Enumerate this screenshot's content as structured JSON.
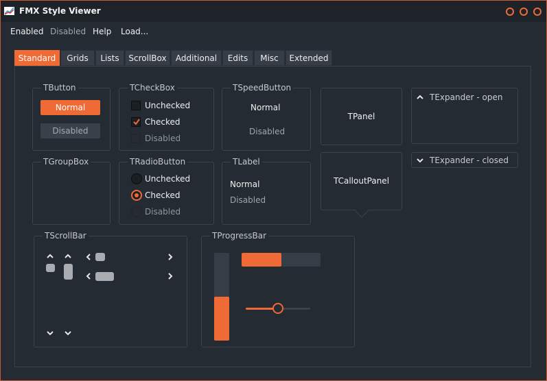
{
  "window": {
    "title": "FMX Style Viewer",
    "accent_color": "#f06a35",
    "controls": [
      "minimize-icon",
      "maximize-icon",
      "close-icon"
    ]
  },
  "menu": {
    "items": [
      {
        "label": "Enabled",
        "enabled": true
      },
      {
        "label": "Disabled",
        "enabled": false
      },
      {
        "label": "Help",
        "enabled": true
      },
      {
        "label": "Load...",
        "enabled": true
      }
    ]
  },
  "tabs": [
    {
      "label": "Standard",
      "active": true
    },
    {
      "label": "Grids",
      "active": false
    },
    {
      "label": "Lists",
      "active": false
    },
    {
      "label": "ScrollBox",
      "active": false
    },
    {
      "label": "Additional",
      "active": false
    },
    {
      "label": "Edits",
      "active": false
    },
    {
      "label": "Misc",
      "active": false
    },
    {
      "label": "Extended",
      "active": false
    }
  ],
  "standard": {
    "tbutton": {
      "title": "TButton",
      "normal": "Normal",
      "disabled": "Disabled"
    },
    "tcheckbox": {
      "title": "TCheckBox",
      "items": [
        {
          "label": "Unchecked",
          "checked": false,
          "enabled": true
        },
        {
          "label": "Checked",
          "checked": true,
          "enabled": true
        },
        {
          "label": "Disabled",
          "checked": false,
          "enabled": false
        }
      ]
    },
    "tspeedbutton": {
      "title": "TSpeedButton",
      "normal": "Normal",
      "disabled": "Disabled"
    },
    "tpanel": {
      "label": "TPanel"
    },
    "texpander_open": {
      "label": "TExpander - open",
      "icon": "chevron-up-icon"
    },
    "texpander_closed": {
      "label": "TExpander - closed",
      "icon": "chevron-down-icon"
    },
    "tgroupbox": {
      "title": "TGroupBox"
    },
    "tradiobutton": {
      "title": "TRadioButton",
      "items": [
        {
          "label": "Unchecked",
          "checked": false,
          "enabled": true
        },
        {
          "label": "Checked",
          "checked": true,
          "enabled": true
        },
        {
          "label": "Disabled",
          "checked": false,
          "enabled": false
        }
      ]
    },
    "tlabel": {
      "title": "TLabel",
      "normal": "Normal",
      "disabled": "Disabled"
    },
    "tcalloutpanel": {
      "label": "TCalloutPanel"
    },
    "tscrollbar": {
      "title": "TScrollBar"
    },
    "tprogressbar": {
      "title": "TProgressBar",
      "vertical_progress": 0.5,
      "horizontal_progress": 0.5,
      "trackbar_value": 0.5
    }
  }
}
